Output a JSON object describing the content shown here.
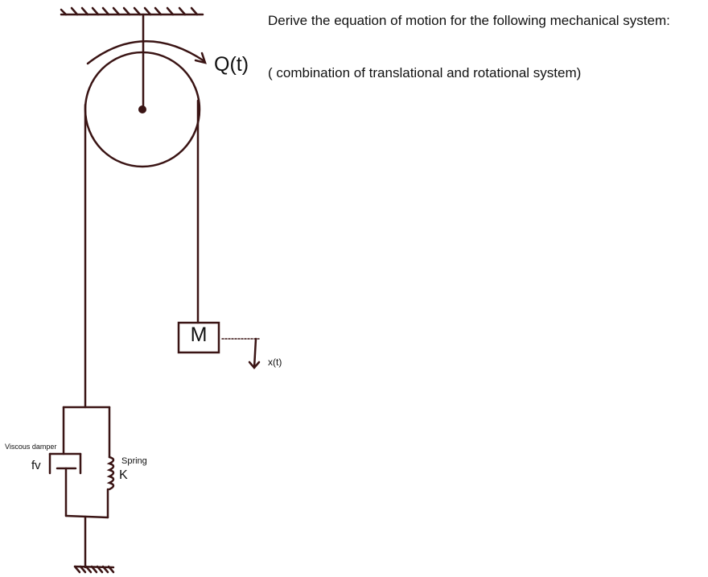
{
  "problem": {
    "title": "Derive the equation of motion for the following mechanical system:",
    "subtitle": "( combination of translational and rotational system)"
  },
  "diagram": {
    "stroke_color": "#3a1414",
    "torque_label": "Q(t)",
    "mass_label": "M",
    "displacement_label": "x(t)",
    "damper_label": "Viscous damper",
    "damper_symbol": "fv",
    "spring_label": "Spring",
    "spring_symbol": "K"
  }
}
